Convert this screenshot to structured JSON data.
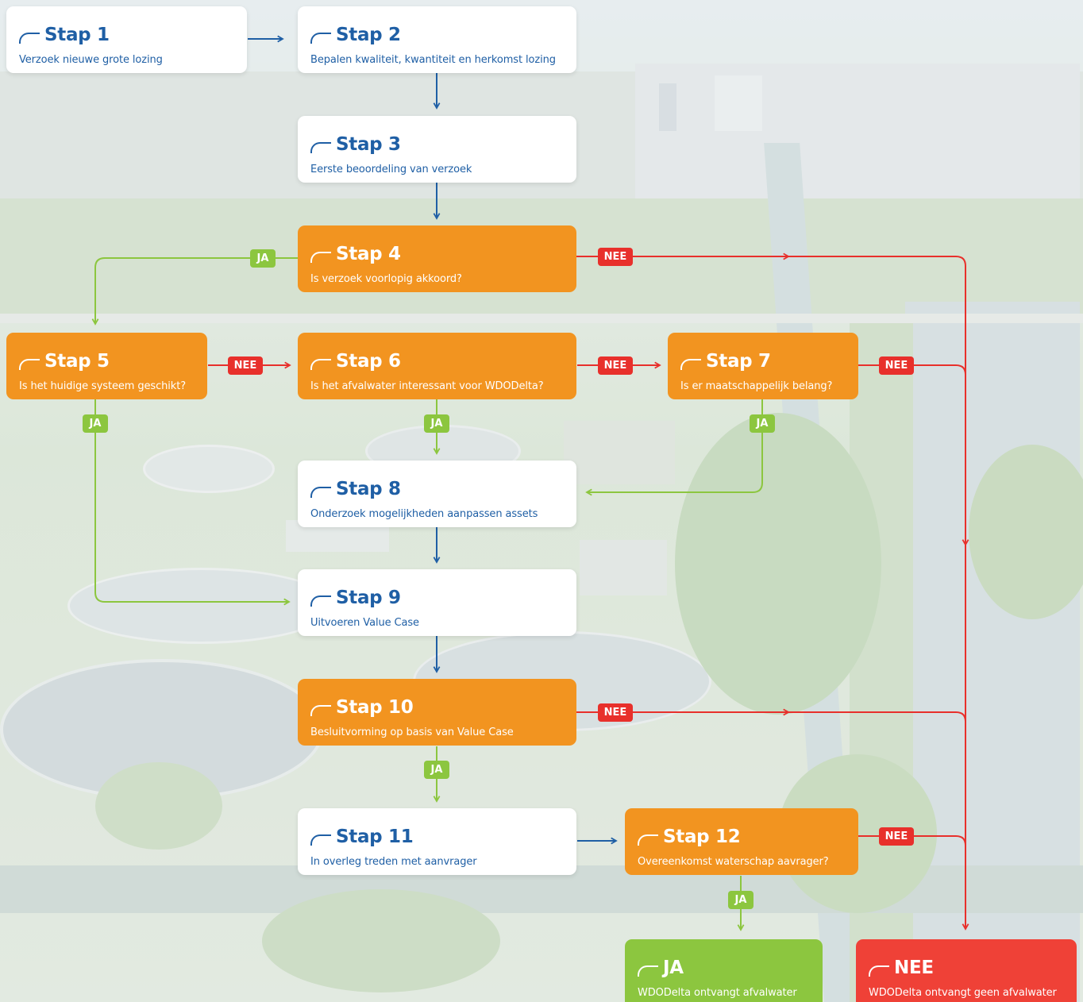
{
  "steps": {
    "s1": {
      "title": "Stap 1",
      "text": "Verzoek nieuwe grote lozing"
    },
    "s2": {
      "title": "Stap 2",
      "text": "Bepalen kwaliteit, kwantiteit en herkomst lozing"
    },
    "s3": {
      "title": "Stap 3",
      "text": "Eerste beoordeling van verzoek"
    },
    "s4": {
      "title": "Stap 4",
      "text": "Is verzoek voorlopig akkoord?"
    },
    "s5": {
      "title": "Stap 5",
      "text": "Is het huidige systeem geschikt?"
    },
    "s6": {
      "title": "Stap 6",
      "text": "Is het afvalwater interessant voor WDODelta?"
    },
    "s7": {
      "title": "Stap 7",
      "text": "Is er maatschappelijk belang?"
    },
    "s8": {
      "title": "Stap 8",
      "text": "Onderzoek mogelijkheden aanpassen assets"
    },
    "s9": {
      "title": "Stap 9",
      "text": "Uitvoeren Value Case"
    },
    "s10": {
      "title": "Stap 10",
      "text": "Besluitvorming op basis van Value Case"
    },
    "s11": {
      "title": "Stap 11",
      "text": "In overleg treden met aanvrager"
    },
    "s12": {
      "title": "Stap 12",
      "text": "Overeenkomst waterschap aavrager?"
    }
  },
  "outcomes": {
    "ja": {
      "title": "JA",
      "text": "WDODelta ontvangt afvalwater"
    },
    "nee": {
      "title": "NEE",
      "text": "WDODelta ontvangt geen afvalwater"
    }
  },
  "labels": {
    "yes": "JA",
    "no": "NEE"
  },
  "colors": {
    "blue": "#1f5fa5",
    "orange": "#f29420",
    "green": "#8cc63f",
    "red": "#e8302b",
    "white": "#ffffff"
  }
}
